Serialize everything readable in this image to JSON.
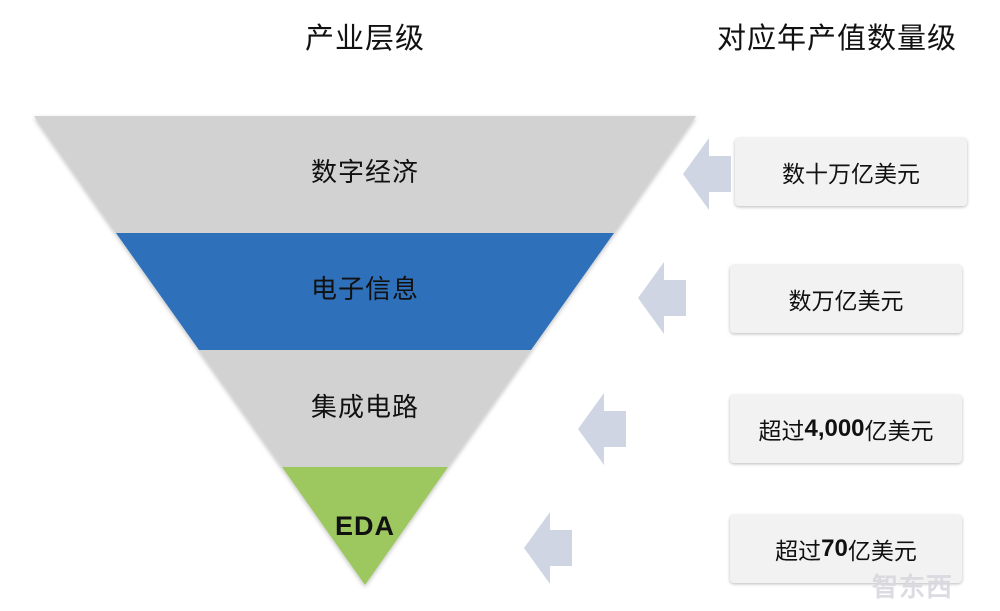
{
  "headers": {
    "left": "产业层级",
    "right": "对应年产值数量级"
  },
  "levels": [
    {
      "label": "数字经济",
      "color": "#d3d2d3"
    },
    {
      "label": "电子信息",
      "color": "#2e6fb9"
    },
    {
      "label": "集成电路",
      "color": "#d3d2d3"
    },
    {
      "label": "EDA",
      "color": "#9dc75e"
    }
  ],
  "values": [
    {
      "prefix": "数十万亿美元",
      "number": "",
      "suffix": ""
    },
    {
      "prefix": "数万亿美元",
      "number": "",
      "suffix": ""
    },
    {
      "prefix": "超过",
      "number": "4,000",
      "suffix": "亿美元"
    },
    {
      "prefix": "超过",
      "number": "70",
      "suffix": "亿美元"
    }
  ],
  "arrow_color": "#cfd5e2",
  "watermark": "智东西"
}
